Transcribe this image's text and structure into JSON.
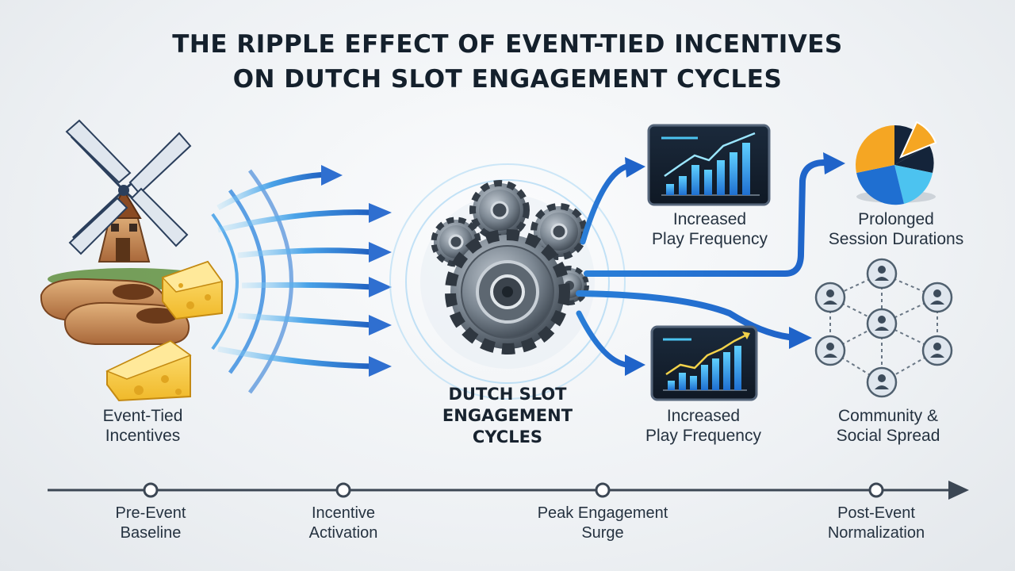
{
  "title": {
    "line1": "THE RIPPLE EFFECT OF EVENT-TIED INCENTIVES",
    "line2": "ON DUTCH SLOT ENGAGEMENT CYCLES"
  },
  "nodes": {
    "source": {
      "line1": "Event-Tied",
      "line2": "Incentives",
      "icons": [
        "windmill-icon",
        "clog-icon",
        "cheese-icon"
      ]
    },
    "center": {
      "line1": "DUTCH SLOT",
      "line2": "ENGAGEMENT",
      "line3": "CYCLES",
      "icon": "gears-icon"
    },
    "outcome_top": {
      "line1": "Increased",
      "line2": "Play Frequency",
      "icon": "bar-chart-icon"
    },
    "outcome_bottom": {
      "line1": "Increased",
      "line2": "Play Frequency",
      "icon": "bar-chart-icon"
    },
    "outcome_sessions": {
      "line1": "Prolonged",
      "line2": "Session Durations",
      "icon": "pie-chart-icon"
    },
    "outcome_community": {
      "line1": "Community &",
      "line2": "Social Spread",
      "icon": "network-icon"
    }
  },
  "timeline": {
    "stages": [
      {
        "line1": "Pre-Event",
        "line2": "Baseline"
      },
      {
        "line1": "Incentive",
        "line2": "Activation"
      },
      {
        "line1": "Peak Engagement",
        "line2": "Surge"
      },
      {
        "line1": "Post-Event",
        "line2": "Normalization"
      }
    ]
  },
  "colors": {
    "arrow_blue": "#1f6fd1",
    "arrow_light": "#5fb8ee",
    "pie_orange": "#f5a623",
    "pie_navy": "#14243a",
    "pie_blue": "#1f6fd1",
    "pie_light": "#4cc3f0",
    "chart_bg": "#14202f",
    "text": "#1f2a36"
  }
}
